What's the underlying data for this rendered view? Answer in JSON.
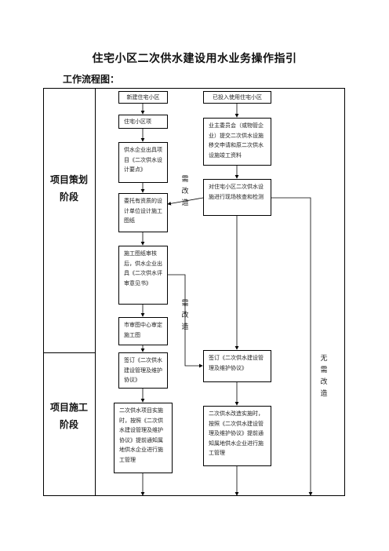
{
  "title": "住宅小区二次供水建设用水业务操作指引",
  "subtitle": "工作流程图：",
  "phases": {
    "planning": [
      "项目策划",
      "阶段"
    ],
    "construction": [
      "项目施工",
      "阶段"
    ]
  },
  "boxes": {
    "new_community": "新建住宅小区",
    "existing_community": "已投入使用住宅小区",
    "community_project": "住宅小区项",
    "design_points": "供水企业出具项目《二次供水设计要点》",
    "owners_committee": "业主委员会（或物管企业）提交二次供水设施移交申请和原二次供水设施竣工资料",
    "inspection": "对住宅小区二次供水设施进行现场核查和检测",
    "entrust_design": "委托有资质的设计单位设计施工图纸",
    "drawing_review": "施工图纸审核后，供水企业出具《二次供水评审意见书》",
    "municipal_review": "市审图中心审定施工图",
    "sign_agreement_left": "签订《二次供水建设管理及维护协议》",
    "sign_agreement_right": "签订《二次供水建设管理及维护协议》",
    "implementation_left": "二次供水项目实施时，按照《二次供水建设管理及维护协议》提前通知属地供水企业进行施工管理",
    "implementation_right": "二次供水改造实施时，按照《二次供水建设管理及维护协议》提前通知属地供水企业进行施工管理"
  },
  "labels": {
    "renovate_1": "需改造",
    "renovate_2": "需改造",
    "no_renovate": "无需改造"
  }
}
